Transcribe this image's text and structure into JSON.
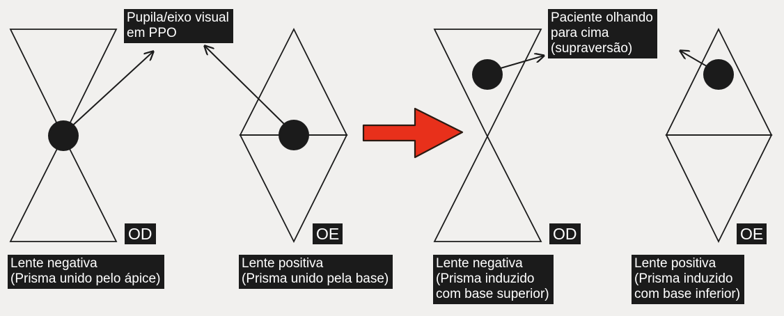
{
  "colors": {
    "background": "#f1f0ee",
    "label_bg": "#1b1b1b",
    "label_text": "#ffffff",
    "arrow": "#e8301b",
    "pupil": "#1b1b1b"
  },
  "callouts": {
    "ppo_line1": "Pupila/eixo visual",
    "ppo_line2": "em PPO",
    "up_line1": "Paciente olhando",
    "up_line2": "para cima",
    "up_line3": "(supraversão)"
  },
  "tags": {
    "od_left": "OD",
    "oe_left": "OE",
    "od_right": "OD",
    "oe_right": "OE"
  },
  "captions": {
    "left_od_line1": "Lente negativa",
    "left_od_line2": "(Prisma unido pelo ápice)",
    "left_oe_line1": "Lente positiva",
    "left_oe_line2": "(Prisma unido pela base)",
    "right_od_line1": "Lente negativa",
    "right_od_line2": "(Prisma induzido",
    "right_od_line3": "com base superior)",
    "right_oe_line1": "Lente positiva",
    "right_oe_line2": "(Prisma induzido",
    "right_oe_line3": "com base inferior)"
  },
  "icons": {
    "transition": "red-right-arrow-icon",
    "pupil": "pupil-dot-icon"
  }
}
